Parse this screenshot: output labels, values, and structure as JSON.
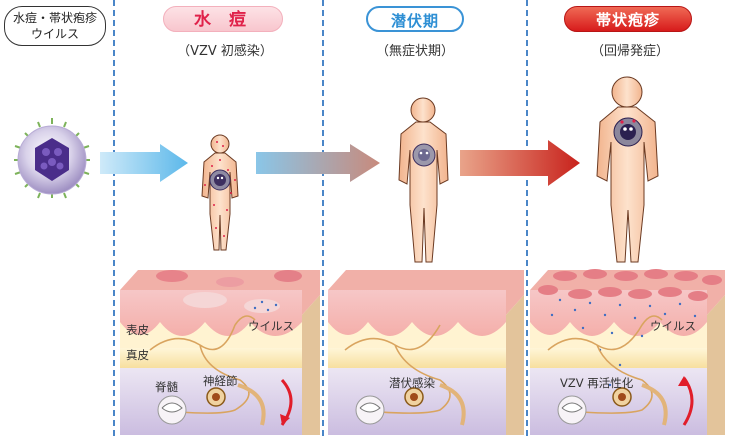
{
  "virus_label": {
    "line1": "水痘・帯状疱疹",
    "line2": "ウイルス"
  },
  "stages": [
    {
      "title": "水 痘",
      "subtitle": "（VZV 初感染）"
    },
    {
      "title": "潜伏期",
      "subtitle": "（無症状期）"
    },
    {
      "title": "帯状疱疹",
      "subtitle": "（回帰発症）"
    }
  ],
  "skin_labels": {
    "epidermis": "表皮",
    "dermis": "真皮",
    "virus_left": "ウイルス",
    "virus_right": "ウイルス",
    "spinal_cord": "脊髄",
    "ganglion": "神経節",
    "latent_infection": "潜伏感染",
    "reactivation": "VZV 再活性化"
  },
  "colors": {
    "accent_pink": "#e0224a",
    "accent_blue": "#2e8fd4",
    "accent_red": "#d71b1b",
    "arrow_light_blue": "#7cc7ee",
    "arrow_red": "#d8342a",
    "skin": "#f9cfae",
    "virus_purple": "#5b3a9b"
  }
}
